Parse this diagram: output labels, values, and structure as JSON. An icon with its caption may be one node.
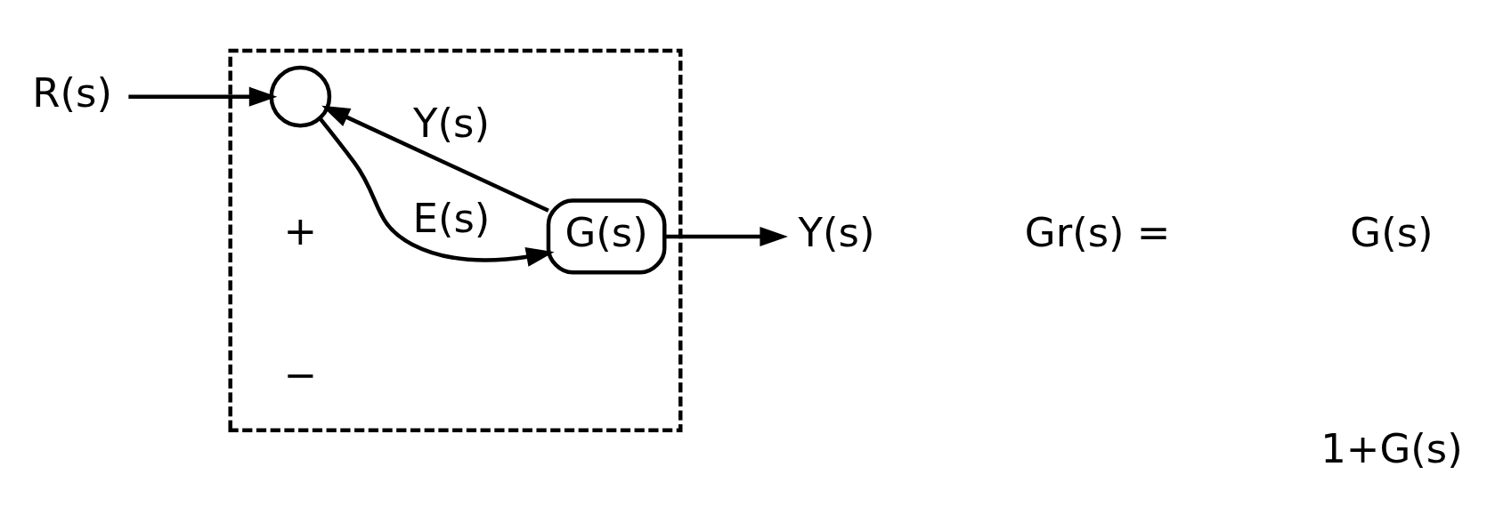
{
  "diagram": {
    "nodes": [
      {
        "text": [],
        "shape": "box"
      },
      {
        "text": [
          "R(s)"
        ]
      },
      {
        "text": [],
        "shape": "circle",
        "in": 0
      },
      {
        "text": [
          "G(s)"
        ],
        "in": 0
      },
      {
        "text": [
          "Y(s)"
        ]
      }
    ],
    "edges": [
      {
        "from": 1,
        "to": 2,
        "arrow": "to"
      },
      {
        "from": 2,
        "to": 3,
        "arrow": "to",
        "label": "E(s)"
      },
      {
        "from": 3,
        "to": 4,
        "arrow": "to"
      },
      {
        "from": 3,
        "to": 2,
        "arrow": "to",
        "label": "Y(s)"
      }
    ],
    "labels": [
      "+",
      "−",
      "Gr(s) =",
      "G(s)",
      "1+G(s)"
    ]
  }
}
